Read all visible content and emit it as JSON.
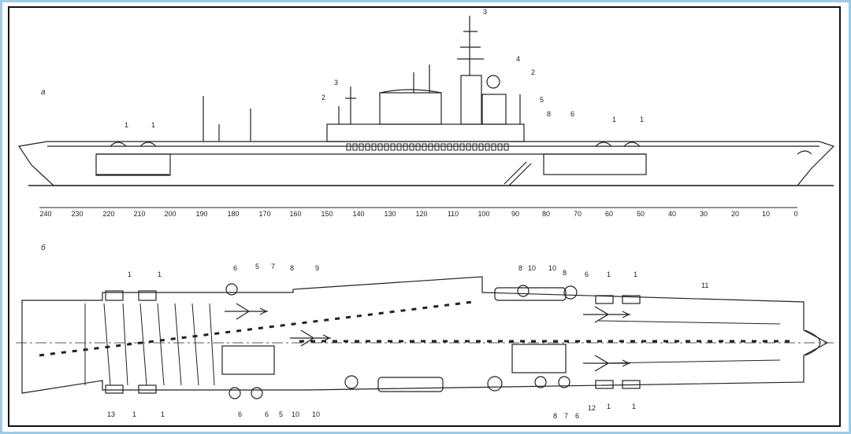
{
  "view_labels": {
    "side": "a",
    "plan": "б"
  },
  "scale_labels": [
    "240",
    "230",
    "220",
    "210",
    "200",
    "190",
    "180",
    "170",
    "160",
    "150",
    "140",
    "130",
    "120",
    "110",
    "100",
    "90",
    "80",
    "70",
    "60",
    "50",
    "40",
    "30",
    "20",
    "10",
    "0"
  ],
  "side_callouts": [
    "1",
    "1",
    "3",
    "2",
    "3",
    "4",
    "2",
    "5",
    "8",
    "6",
    "1",
    "1"
  ],
  "plan_top_callouts": [
    "1",
    "1",
    "6",
    "5",
    "7",
    "8",
    "9",
    "8",
    "10",
    "10",
    "8",
    "6",
    "1",
    "1",
    "11"
  ],
  "plan_bottom_callouts": [
    "13",
    "1",
    "1",
    "6",
    "6",
    "5",
    "10",
    "10",
    "8",
    "7",
    "6",
    "12",
    "1",
    "1"
  ],
  "colors": {
    "frame": "#9ccbe6",
    "border": "#111111",
    "ink": "#222222"
  }
}
